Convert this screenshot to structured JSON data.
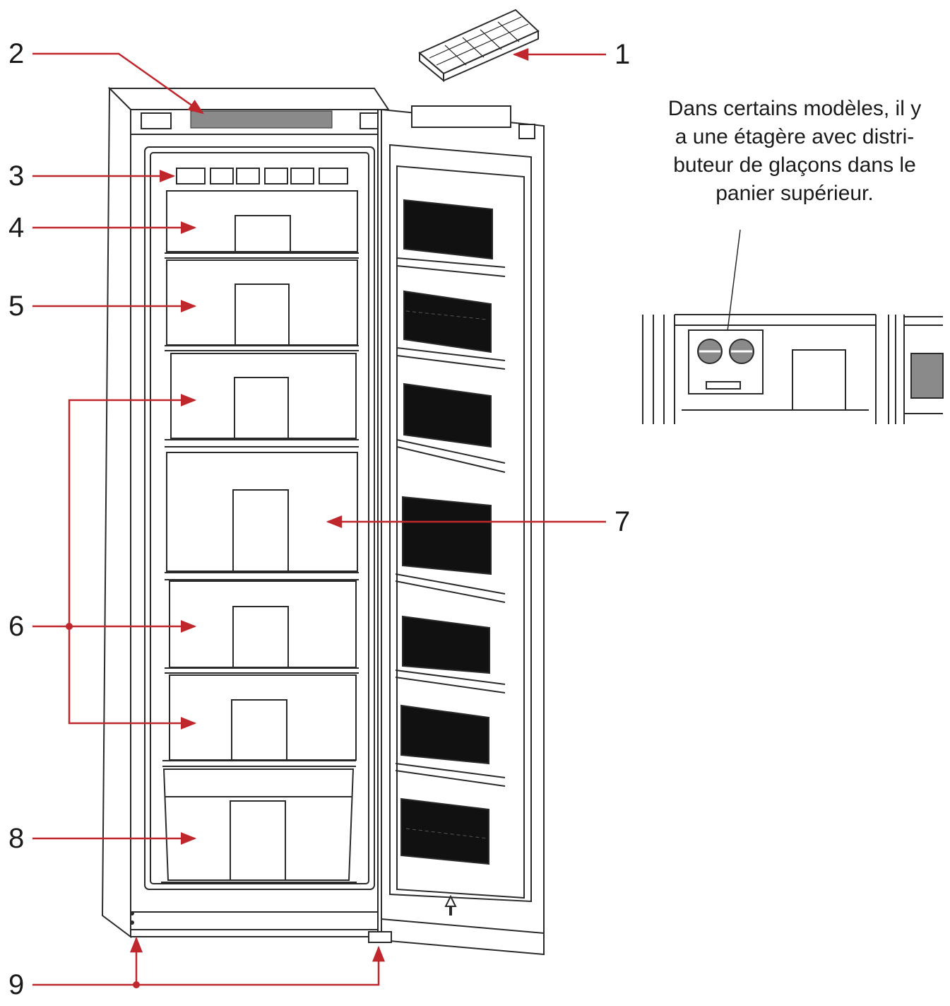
{
  "callouts": [
    {
      "id": 1,
      "label": "1"
    },
    {
      "id": 2,
      "label": "2"
    },
    {
      "id": 3,
      "label": "3"
    },
    {
      "id": 4,
      "label": "4"
    },
    {
      "id": 5,
      "label": "5"
    },
    {
      "id": 6,
      "label": "6"
    },
    {
      "id": 7,
      "label": "7"
    },
    {
      "id": 8,
      "label": "8"
    },
    {
      "id": 9,
      "label": "9"
    }
  ],
  "note": {
    "lines": [
      "Dans certains modèles, il y",
      "a une étagère avec distri-",
      "buteur de glaçons dans le",
      "panier supérieur."
    ]
  },
  "colors": {
    "leader": "#c0272d",
    "outline": "#2a2a2a",
    "panel": "#111111",
    "strip": "#8a8a8a"
  }
}
